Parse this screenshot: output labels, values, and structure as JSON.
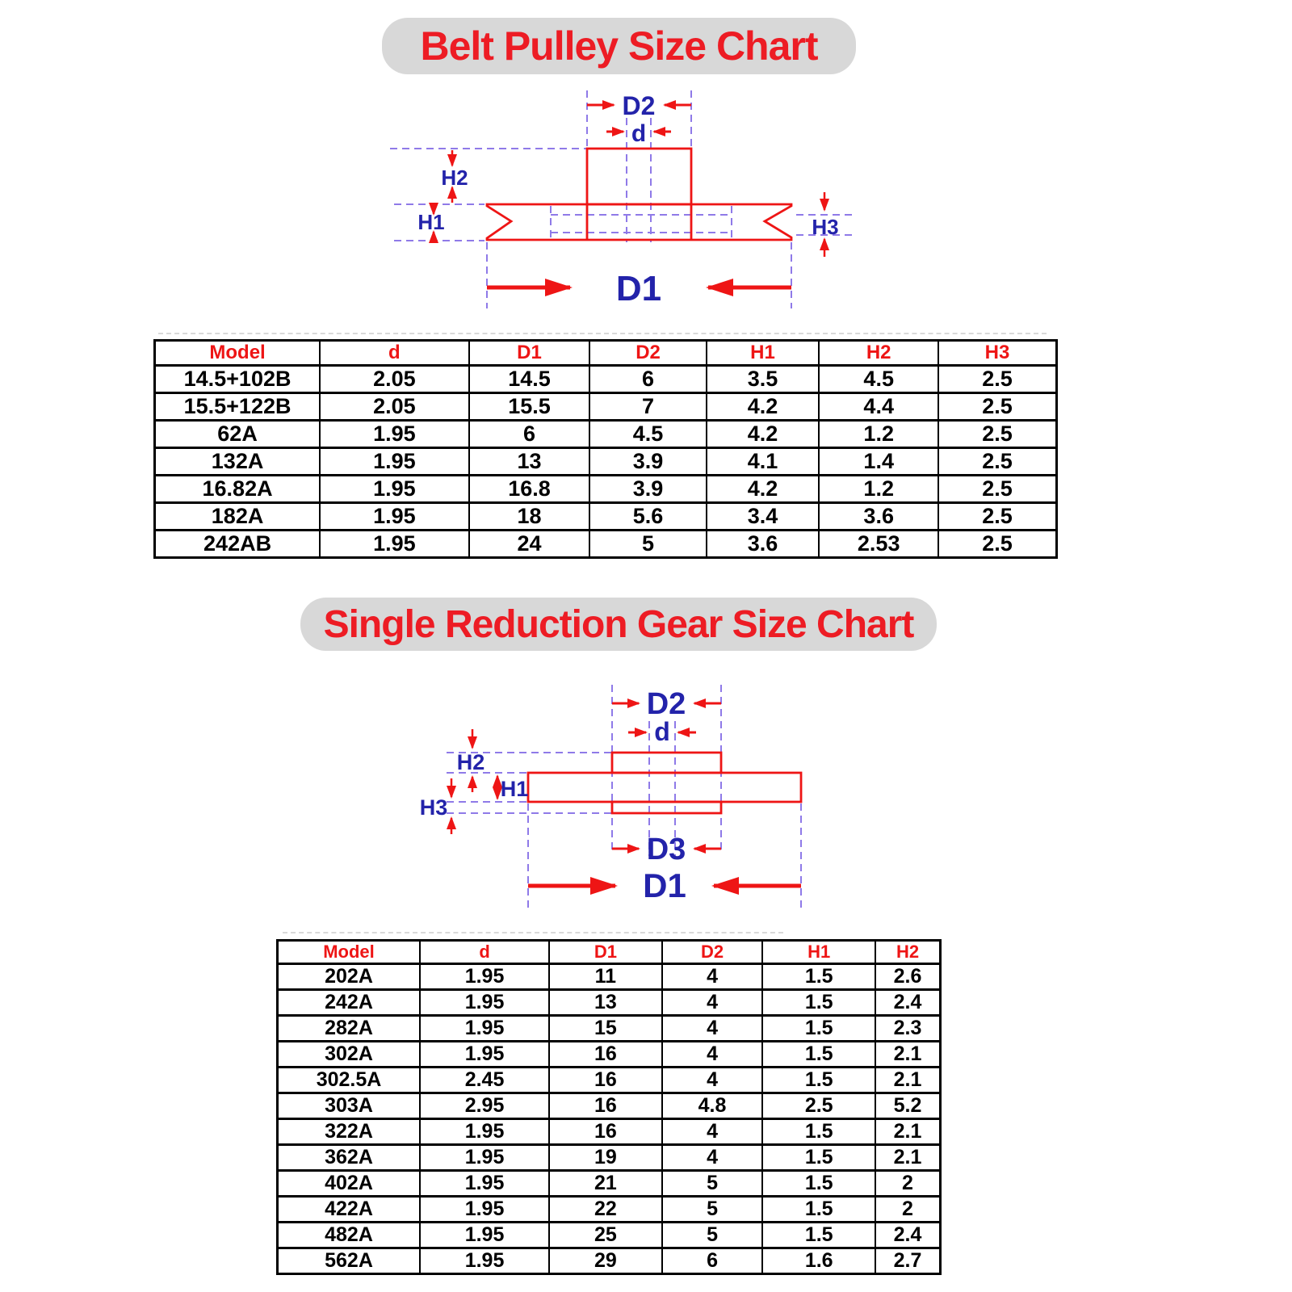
{
  "colors": {
    "title_red": "#ed1c24",
    "drawing_red": "#ee1515",
    "label_blue": "#2323aa",
    "dash_purple": "#8f7ae8",
    "pill_gray": "#d8d8d8",
    "table_border": "#000000"
  },
  "belt": {
    "title": "Belt Pulley Size Chart",
    "labels": {
      "D2": "D2",
      "d": "d",
      "H2": "H2",
      "H1": "H1",
      "H3": "H3",
      "D1": "D1"
    },
    "table": {
      "headers": [
        "Model",
        "d",
        "D1",
        "D2",
        "H1",
        "H2",
        "H3"
      ],
      "rows": [
        [
          "14.5+102B",
          "2.05",
          "14.5",
          "6",
          "3.5",
          "4.5",
          "2.5"
        ],
        [
          "15.5+122B",
          "2.05",
          "15.5",
          "7",
          "4.2",
          "4.4",
          "2.5"
        ],
        [
          "62A",
          "1.95",
          "6",
          "4.5",
          "4.2",
          "1.2",
          "2.5"
        ],
        [
          "132A",
          "1.95",
          "13",
          "3.9",
          "4.1",
          "1.4",
          "2.5"
        ],
        [
          "16.82A",
          "1.95",
          "16.8",
          "3.9",
          "4.2",
          "1.2",
          "2.5"
        ],
        [
          "182A",
          "1.95",
          "18",
          "5.6",
          "3.4",
          "3.6",
          "2.5"
        ],
        [
          "242AB",
          "1.95",
          "24",
          "5",
          "3.6",
          "2.53",
          "2.5"
        ]
      ]
    }
  },
  "gear": {
    "title": "Single Reduction Gear Size Chart",
    "labels": {
      "D2": "D2",
      "d": "d",
      "H2": "H2",
      "H1": "H1",
      "H3": "H3",
      "D3": "D3",
      "D1": "D1"
    },
    "table": {
      "headers": [
        "Model",
        "d",
        "D1",
        "D2",
        "H1",
        "H2"
      ],
      "rows": [
        [
          "202A",
          "1.95",
          "11",
          "4",
          "1.5",
          "2.6"
        ],
        [
          "242A",
          "1.95",
          "13",
          "4",
          "1.5",
          "2.4"
        ],
        [
          "282A",
          "1.95",
          "15",
          "4",
          "1.5",
          "2.3"
        ],
        [
          "302A",
          "1.95",
          "16",
          "4",
          "1.5",
          "2.1"
        ],
        [
          "302.5A",
          "2.45",
          "16",
          "4",
          "1.5",
          "2.1"
        ],
        [
          "303A",
          "2.95",
          "16",
          "4.8",
          "2.5",
          "5.2"
        ],
        [
          "322A",
          "1.95",
          "16",
          "4",
          "1.5",
          "2.1"
        ],
        [
          "362A",
          "1.95",
          "19",
          "4",
          "1.5",
          "2.1"
        ],
        [
          "402A",
          "1.95",
          "21",
          "5",
          "1.5",
          "2"
        ],
        [
          "422A",
          "1.95",
          "22",
          "5",
          "1.5",
          "2"
        ],
        [
          "482A",
          "1.95",
          "25",
          "5",
          "1.5",
          "2.4"
        ],
        [
          "562A",
          "1.95",
          "29",
          "6",
          "1.6",
          "2.7"
        ]
      ]
    }
  },
  "chart_data": [
    {
      "type": "table",
      "title": "Belt Pulley Size Chart",
      "columns": [
        "Model",
        "d",
        "D1",
        "D2",
        "H1",
        "H2",
        "H3"
      ],
      "rows": [
        [
          "14.5+102B",
          2.05,
          14.5,
          6,
          3.5,
          4.5,
          2.5
        ],
        [
          "15.5+122B",
          2.05,
          15.5,
          7,
          4.2,
          4.4,
          2.5
        ],
        [
          "62A",
          1.95,
          6,
          4.5,
          4.2,
          1.2,
          2.5
        ],
        [
          "132A",
          1.95,
          13,
          3.9,
          4.1,
          1.4,
          2.5
        ],
        [
          "16.82A",
          1.95,
          16.8,
          3.9,
          4.2,
          1.2,
          2.5
        ],
        [
          "182A",
          1.95,
          18,
          5.6,
          3.4,
          3.6,
          2.5
        ],
        [
          "242AB",
          1.95,
          24,
          5,
          3.6,
          2.53,
          2.5
        ]
      ]
    },
    {
      "type": "table",
      "title": "Single Reduction Gear Size Chart",
      "columns": [
        "Model",
        "d",
        "D1",
        "D2",
        "H1",
        "H2"
      ],
      "rows": [
        [
          "202A",
          1.95,
          11,
          4,
          1.5,
          2.6
        ],
        [
          "242A",
          1.95,
          13,
          4,
          1.5,
          2.4
        ],
        [
          "282A",
          1.95,
          15,
          4,
          1.5,
          2.3
        ],
        [
          "302A",
          1.95,
          16,
          4,
          1.5,
          2.1
        ],
        [
          "302.5A",
          2.45,
          16,
          4,
          1.5,
          2.1
        ],
        [
          "303A",
          2.95,
          16,
          4.8,
          2.5,
          5.2
        ],
        [
          "322A",
          1.95,
          16,
          4,
          1.5,
          2.1
        ],
        [
          "362A",
          1.95,
          19,
          4,
          1.5,
          2.1
        ],
        [
          "402A",
          1.95,
          21,
          5,
          1.5,
          2
        ],
        [
          "422A",
          1.95,
          22,
          5,
          1.5,
          2
        ],
        [
          "482A",
          1.95,
          25,
          5,
          1.5,
          2.4
        ],
        [
          "562A",
          1.95,
          29,
          6,
          1.6,
          2.7
        ]
      ]
    }
  ]
}
